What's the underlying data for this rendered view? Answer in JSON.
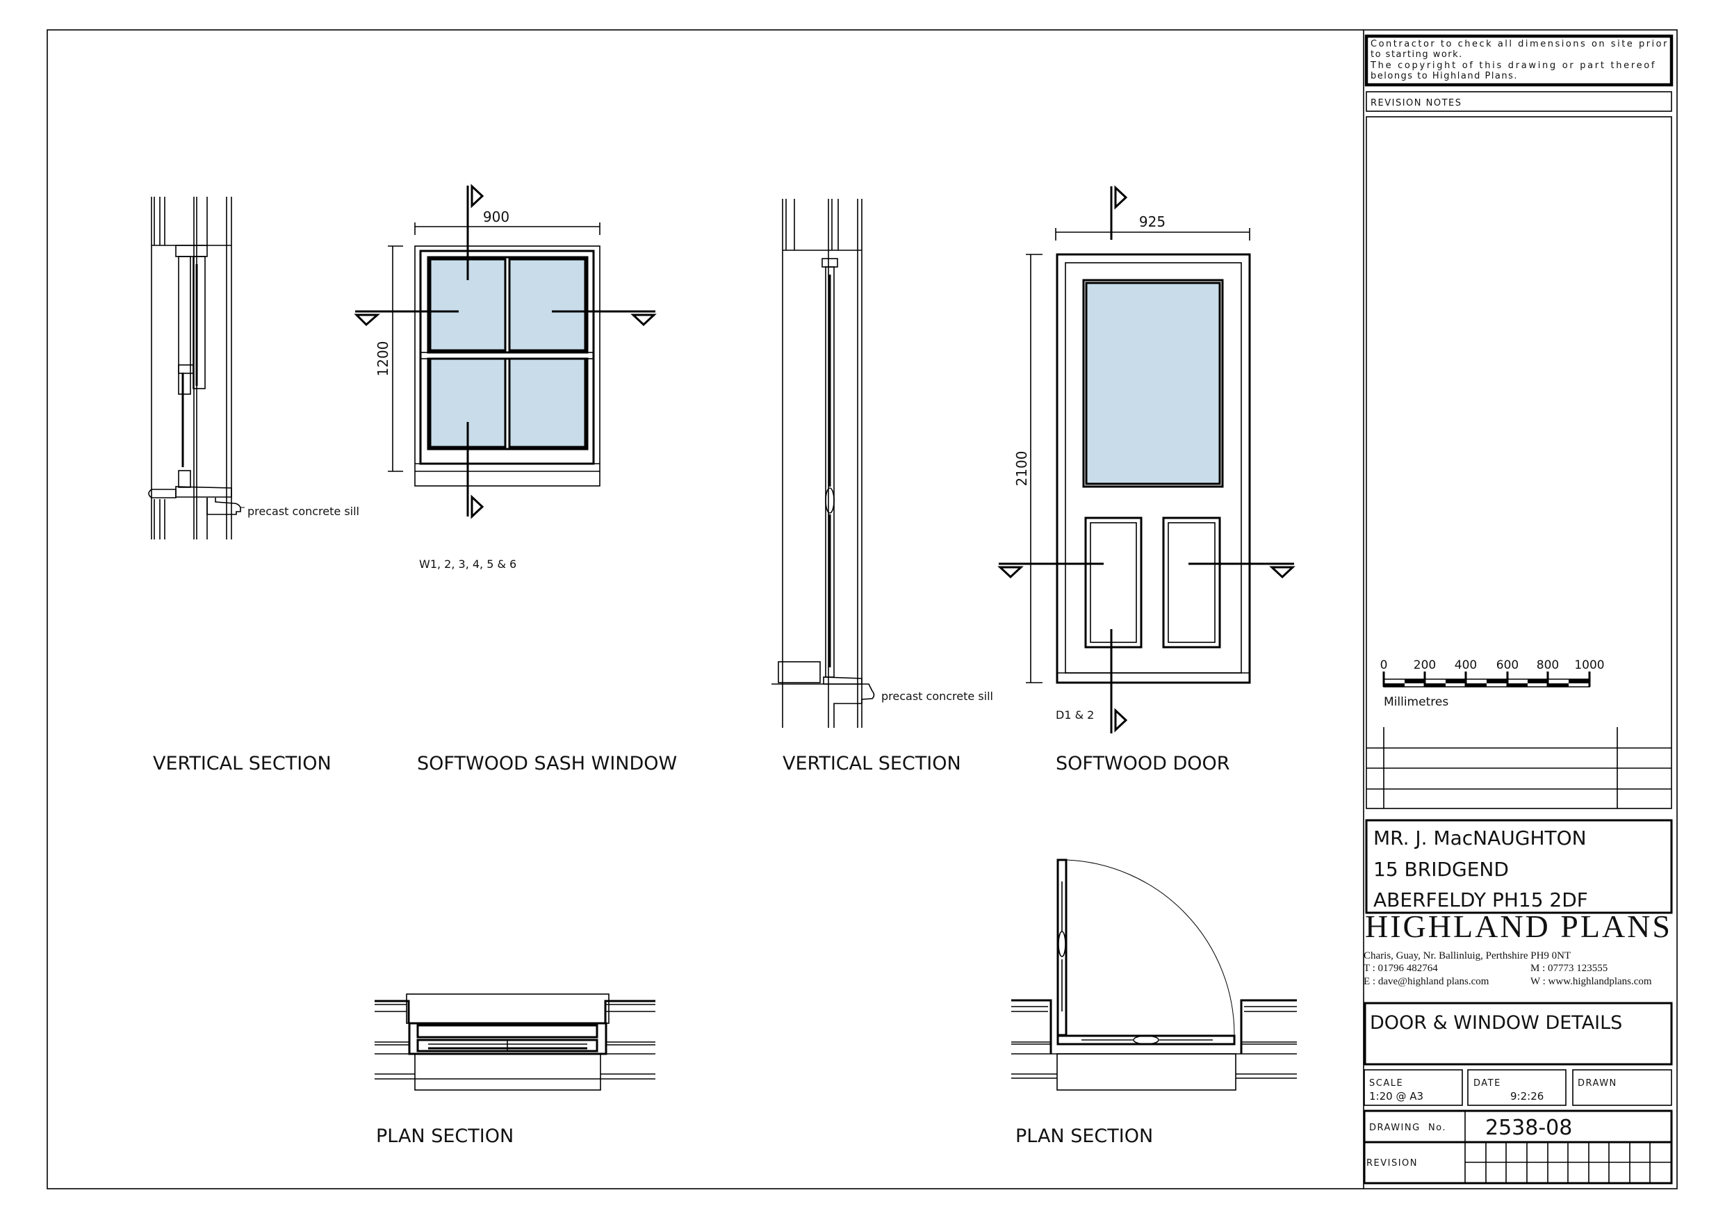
{
  "drawings": {
    "window_section_label": "VERTICAL SECTION",
    "window_title": "SOFTWOOD SASH WINDOW",
    "door_section_label": "VERTICAL SECTION",
    "door_title": "SOFTWOOD DOOR",
    "window_plan_label": "PLAN SECTION",
    "door_plan_label": "PLAN SECTION",
    "sill_note_window": "precast concrete sill",
    "sill_note_door": "precast concrete sill",
    "window_width": "900",
    "window_height": "1200",
    "window_ref": "W1, 2, 3, 4, 5 & 6",
    "door_width": "925",
    "door_height": "2100",
    "door_ref": "D1 & 2",
    "glass_color": "#c8dde9"
  },
  "title_block": {
    "notes": [
      "Contractor to check all dimensions on site prior",
      "to starting work.",
      "The copyright of this drawing or part thereof",
      "belongs to Highland Plans."
    ],
    "revision_notes_label": "REVISION NOTES",
    "scale_bar": {
      "ticks": [
        "0",
        "200",
        "400",
        "600",
        "800",
        "1000"
      ],
      "unit": "Millimetres"
    },
    "client": [
      "MR. J. MacNAUGHTON",
      "15 BRIDGEND",
      "ABERFELDY  PH15 2DF"
    ],
    "company": {
      "name": "HIGHLAND PLANS",
      "address": "Charis, Guay, Nr. Ballinluig, Perthshire  PH9 0NT",
      "phone": "T : 01796 482764",
      "mobile": "M : 07773 123555",
      "email": "E : dave@highland plans.com",
      "web": "W : www.highlandplans.com"
    },
    "drawing_title": "DOOR & WINDOW DETAILS",
    "scale_label": "SCALE",
    "scale_value": "1:20 @ A3",
    "date_label": "DATE",
    "date_value": "9:2:26",
    "drawn_label": "DRAWN",
    "drawing_no_label": "DRAWING  No.",
    "drawing_no": "2538-08",
    "revision_label": "REVISION"
  }
}
